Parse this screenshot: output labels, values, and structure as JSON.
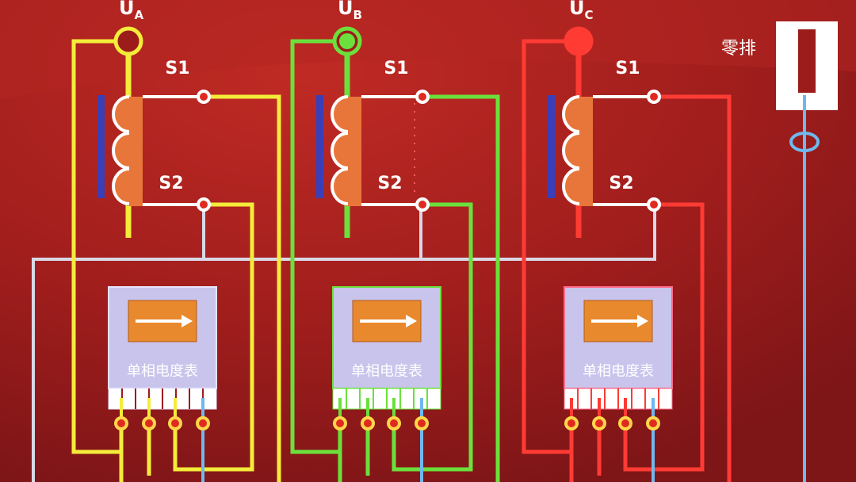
{
  "phases": [
    {
      "letter": "U",
      "subscript": "A",
      "s1": "S1",
      "s2": "S2",
      "meter_label": "单相电度表",
      "color": "#f4ec3a"
    },
    {
      "letter": "U",
      "subscript": "B",
      "s1": "S1",
      "s2": "S2",
      "meter_label": "单相电度表",
      "color": "#6be03c"
    },
    {
      "letter": "U",
      "subscript": "C",
      "s1": "S1",
      "s2": "S2",
      "meter_label": "单相电度表",
      "color": "#ff3b34"
    }
  ],
  "neutral": {
    "label": "零排",
    "color": "#6fb8ee"
  },
  "colors": {
    "background": "#9c1c1c",
    "return_wire": "#d8d8e6",
    "meter_body": "#c9c4ec",
    "meter_display": "#e8892e",
    "coil_core": "#3a3fb8",
    "coil_fill": "#e8763a"
  },
  "icons": {
    "meter_display": "right-arrow-icon",
    "neutral_bar": "busbar-icon"
  }
}
